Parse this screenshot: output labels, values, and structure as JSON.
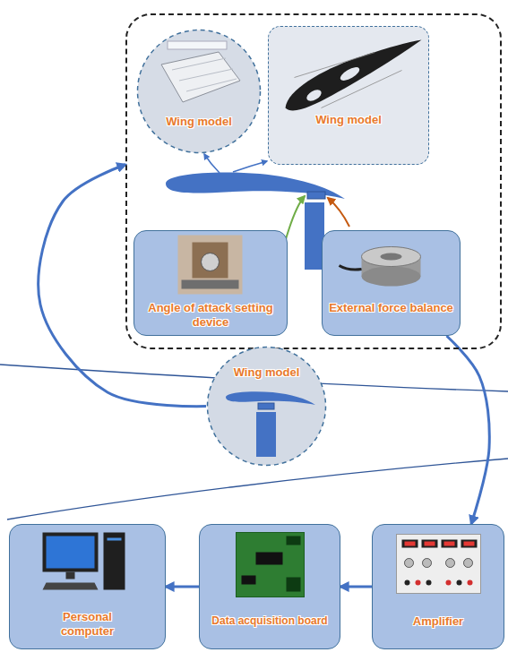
{
  "diagram": {
    "nodes": [
      {
        "text": []
      },
      {
        "text": [
          "Wing model"
        ],
        "in": 0
      },
      {
        "text": [
          "Wing model"
        ],
        "in": 0
      },
      {
        "text": [
          "Angle of attack setting device"
        ],
        "in": 0
      },
      {
        "text": [
          "External force balance"
        ],
        "in": 0
      },
      {
        "text": [
          "Wing model"
        ]
      },
      {
        "text": [
          "Personal computer"
        ]
      },
      {
        "text": [
          "Data acquisition board"
        ]
      },
      {
        "text": [
          "Amplifier"
        ]
      }
    ],
    "edges": [
      {
        "from": 5,
        "to": 0,
        "arrow": "to"
      },
      {
        "from": 4,
        "to": 8,
        "arrow": "to"
      },
      {
        "from": 8,
        "to": 7,
        "arrow": "to"
      },
      {
        "from": 7,
        "to": 6,
        "arrow": "to"
      }
    ]
  }
}
